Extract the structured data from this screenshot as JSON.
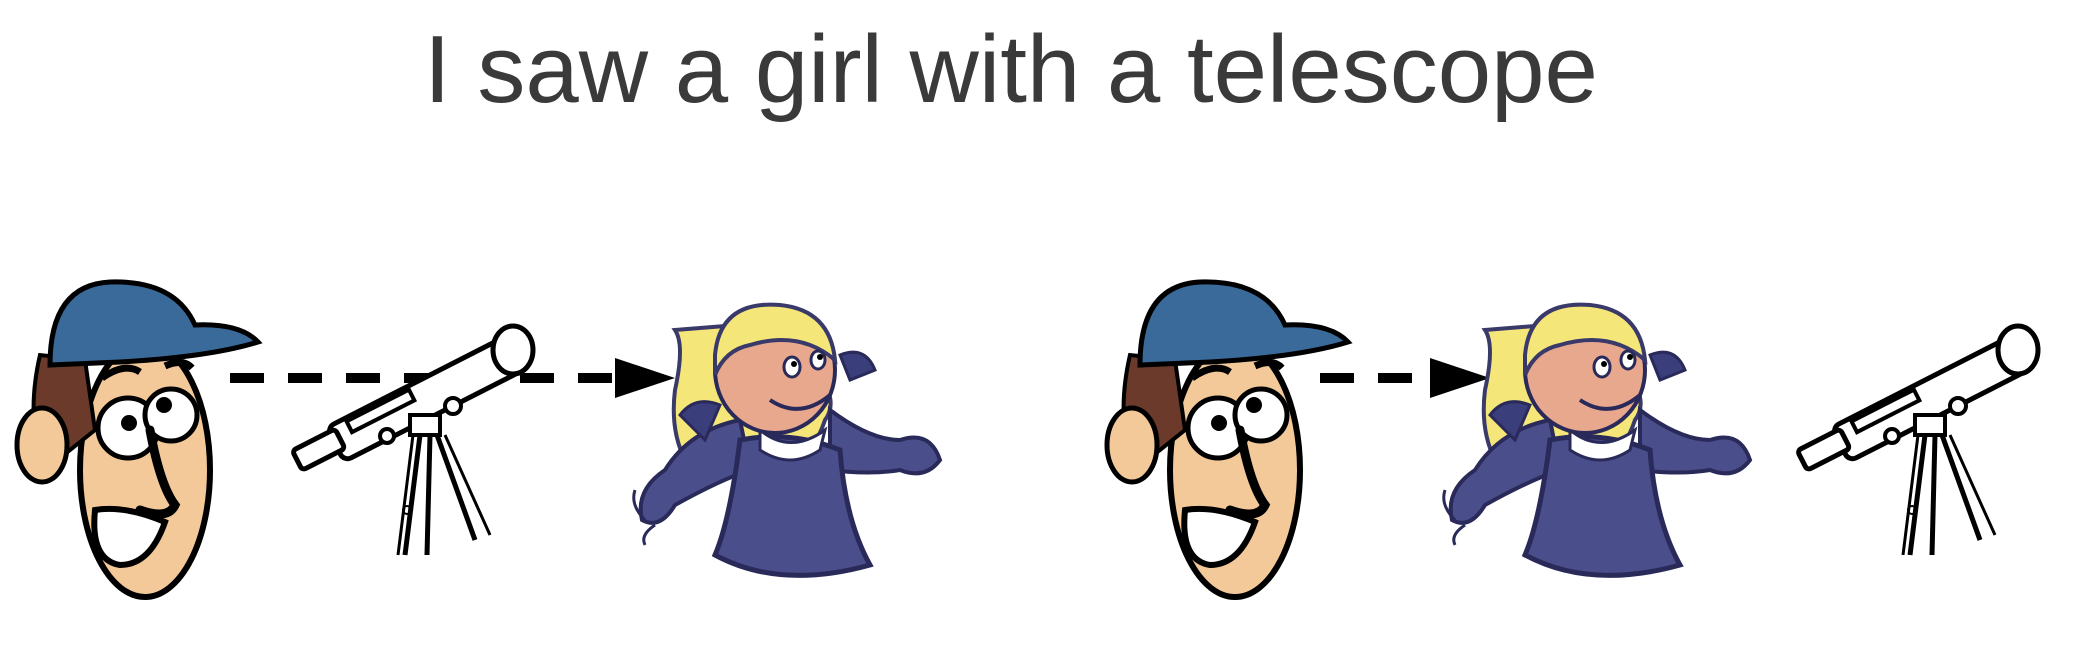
{
  "title": "I saw a girl with a telescope",
  "colors": {
    "text": "#3a3a3a",
    "cap": "#3a6a9a",
    "skin": "#f4c99a",
    "hair_man": "#6b3a2a",
    "hair_girl": "#f5e67a",
    "dress": "#4a4e8a",
    "outline": "#000000"
  },
  "panels": [
    {
      "name": "interpretation-1",
      "order": [
        "man",
        "telescope",
        "girl"
      ]
    },
    {
      "name": "interpretation-2",
      "order": [
        "man",
        "girl",
        "telescope"
      ]
    }
  ]
}
